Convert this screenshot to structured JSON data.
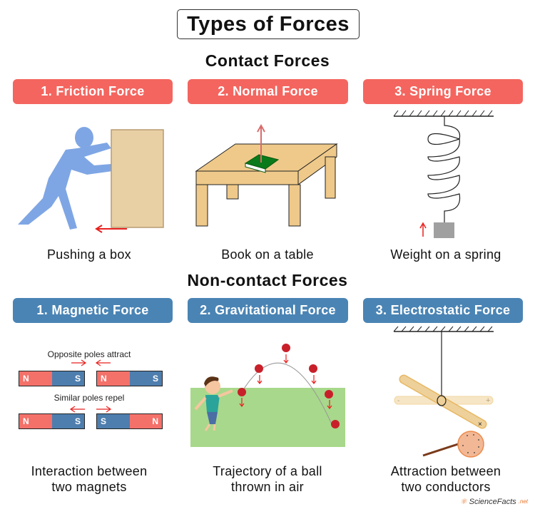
{
  "title": "Types of Forces",
  "sections": {
    "contact": {
      "heading": "Contact Forces",
      "color": "#f4655f",
      "items": [
        {
          "label": "1. Friction Force",
          "caption": "Pushing a box"
        },
        {
          "label": "2. Normal Force",
          "caption": "Book on a table"
        },
        {
          "label": "3. Spring Force",
          "caption": "Weight on a spring"
        }
      ]
    },
    "noncontact": {
      "heading": "Non-contact Forces",
      "color": "#4a84b4",
      "items": [
        {
          "label": "1. Magnetic Force",
          "caption_line1": "Interaction between",
          "caption_line2": "two magnets"
        },
        {
          "label": "2. Gravitational Force",
          "caption_line1": "Trajectory of a ball",
          "caption_line2": "thrown in air"
        },
        {
          "label": "3. Electrostatic Force",
          "caption_line1": "Attraction between",
          "caption_line2": "two conductors"
        }
      ]
    }
  },
  "magnets": {
    "attract_label": "Opposite poles attract",
    "repel_label": "Similar poles repel",
    "row1": [
      {
        "left": "N",
        "right": "S"
      },
      {
        "left": "N",
        "right": "S"
      }
    ],
    "row2": [
      {
        "left": "N",
        "right": "S"
      },
      {
        "left": "S",
        "right": "N"
      }
    ]
  },
  "electrostatic": {
    "minus": "-",
    "plus": "+"
  },
  "logo": {
    "text": "ScienceFacts",
    "suffix": ".net"
  },
  "colors": {
    "red_pill": "#f4655f",
    "blue_pill": "#4a84b4",
    "arrow": "#e8201e",
    "grass": "#a8d88b",
    "box": "#e9d0a4",
    "person": "#7fa6e4"
  }
}
